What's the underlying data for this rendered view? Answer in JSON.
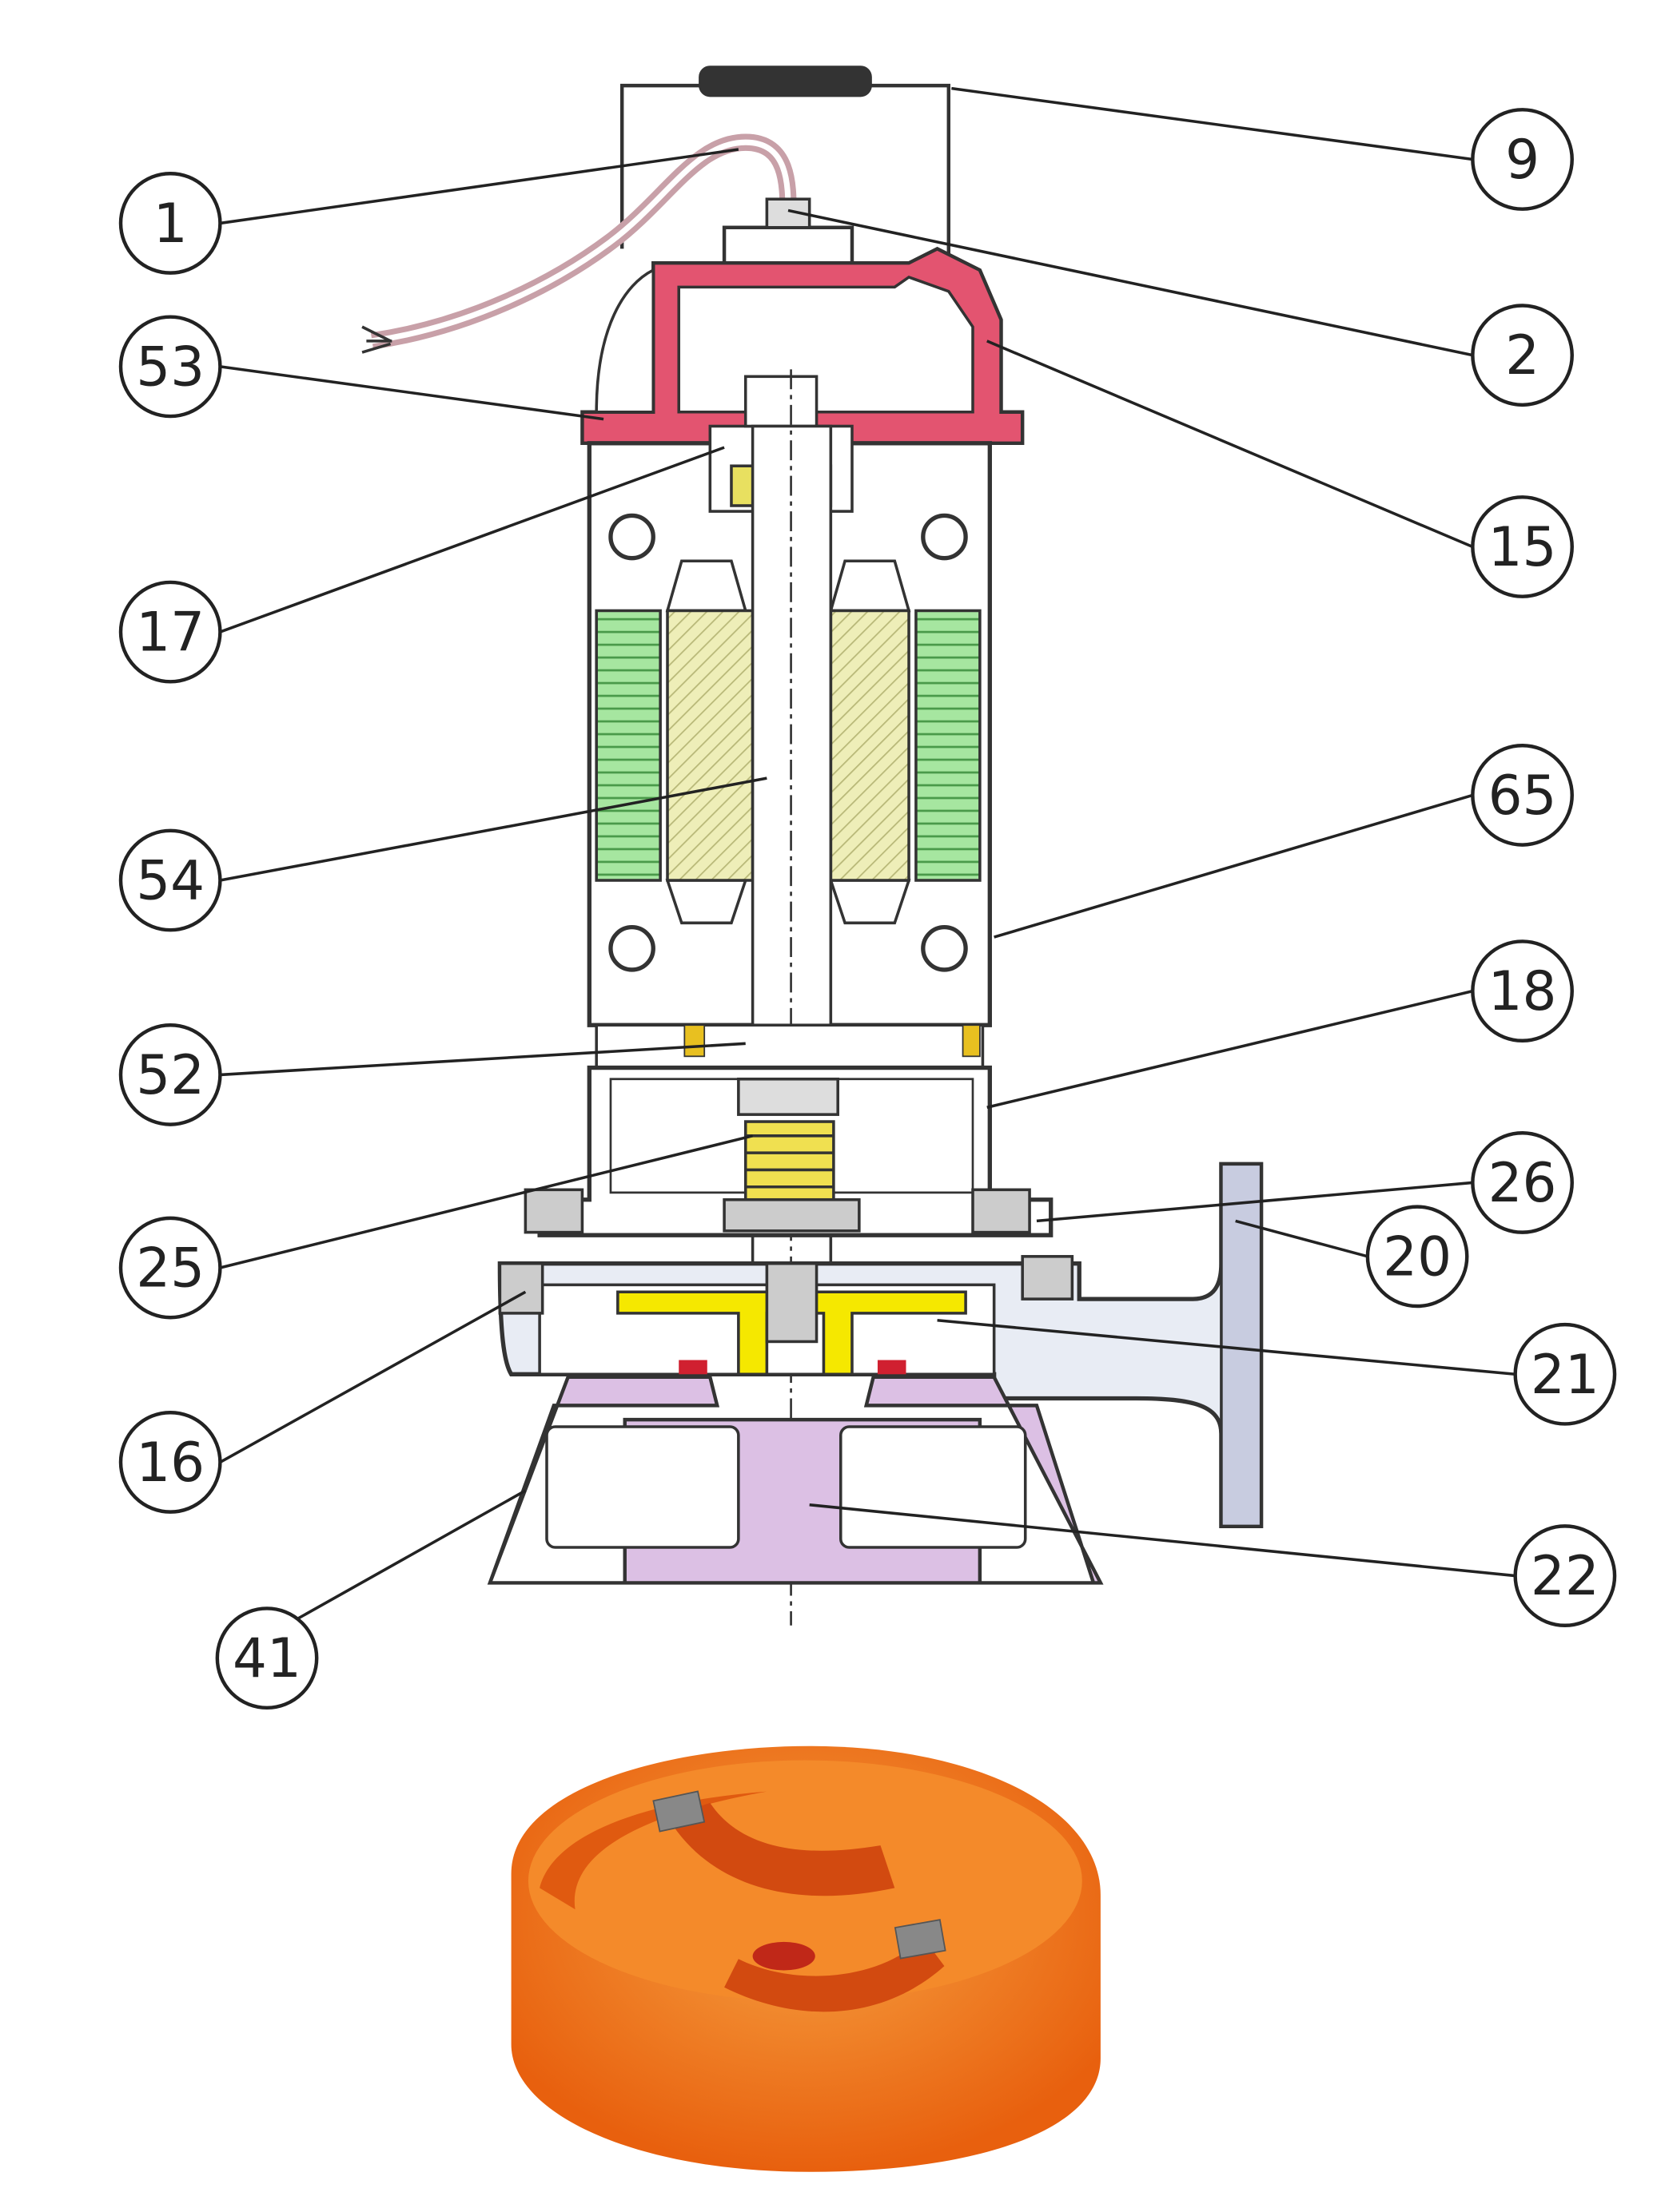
{
  "diagram": {
    "title_visible": false,
    "callouts": [
      {
        "id": "1"
      },
      {
        "id": "9"
      },
      {
        "id": "53"
      },
      {
        "id": "2"
      },
      {
        "id": "15"
      },
      {
        "id": "17"
      },
      {
        "id": "65"
      },
      {
        "id": "54"
      },
      {
        "id": "18"
      },
      {
        "id": "52"
      },
      {
        "id": "26"
      },
      {
        "id": "25"
      },
      {
        "id": "20"
      },
      {
        "id": "21"
      },
      {
        "id": "16"
      },
      {
        "id": "22"
      },
      {
        "id": "41"
      }
    ],
    "colors": {
      "cap": "#e0506a",
      "stator": "#8fd88a",
      "rotor": "#e6e6a8",
      "impeller_plate": "#f2e600",
      "base": "#d8b8e0",
      "impeller_photo": "#f07a1a"
    }
  }
}
